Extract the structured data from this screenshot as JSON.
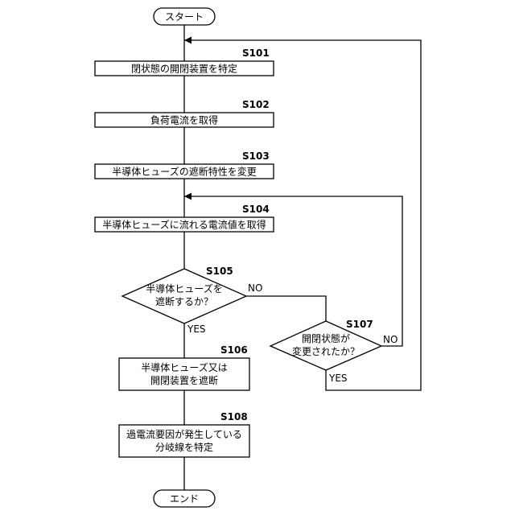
{
  "terminals": {
    "start": "スタート",
    "end": "エンド"
  },
  "steps": [
    {
      "id": "S101",
      "label": "閉状態の開閉装置を特定"
    },
    {
      "id": "S102",
      "label": "負荷電流を取得"
    },
    {
      "id": "S103",
      "label": "半導体ヒューズの遮断特性を変更"
    },
    {
      "id": "S104",
      "label": "半導体ヒューズに流れる電流値を取得"
    },
    {
      "id": "S105",
      "lines": [
        "半導体ヒューズを",
        "遮断するか？"
      ]
    },
    {
      "id": "S106",
      "lines": [
        "半導体ヒューズ又は",
        "開閉装置を遮断"
      ]
    },
    {
      "id": "S107",
      "lines": [
        "開閉状態が",
        "変更されたか？"
      ]
    },
    {
      "id": "S108",
      "lines": [
        "過電流要因が発生している",
        "分岐線を特定"
      ]
    }
  ],
  "branch_labels": {
    "yes": "YES",
    "no": "NO"
  }
}
